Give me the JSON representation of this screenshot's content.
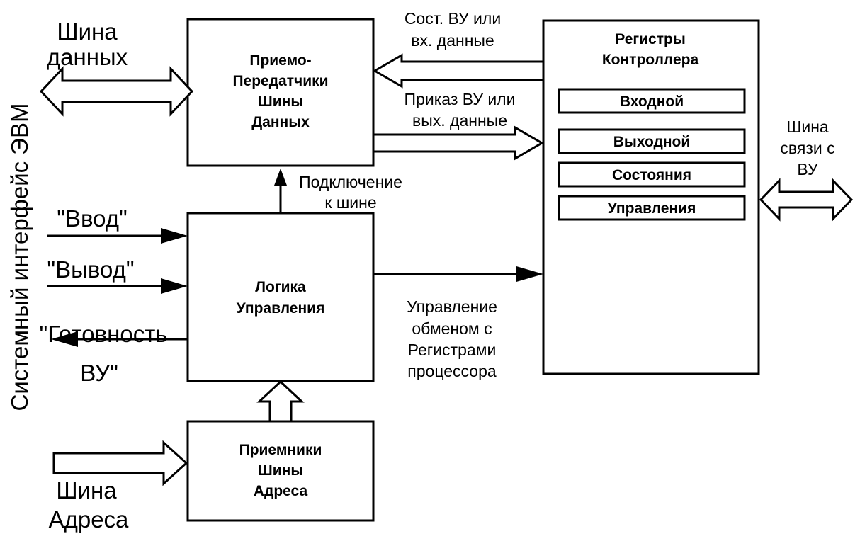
{
  "labels": {
    "system_interface": "Системный интерфейс ЭВМ",
    "data_bus_1": "Шина",
    "data_bus_2": "данных",
    "device_state_1": "Сост. ВУ или",
    "device_state_2": "вх. данные",
    "device_order_1": "Приказ ВУ или",
    "device_order_2": "вых. данные",
    "connect_1": "Подключение",
    "connect_2": "к шине",
    "input_signal": "\"Ввод\"",
    "output_signal": "\"Вывод\"",
    "ready_1": "\"Готовность",
    "ready_2": "ВУ\"",
    "exchange_1": "Управление",
    "exchange_2": "обменом с",
    "exchange_3": "Регистрами",
    "exchange_4": "процессора",
    "link_bus_1": "Шина",
    "link_bus_2": "связи с",
    "link_bus_3": "ВУ",
    "address_bus_1": "Шина",
    "address_bus_2": "Адреса"
  },
  "blocks": {
    "transceivers": [
      "Приемо-",
      "Передатчики",
      "Шины",
      "Данных"
    ],
    "control_logic": [
      "Логика",
      "Управления"
    ],
    "address_receivers": [
      "Приемники",
      "Шины",
      "Адреса"
    ],
    "controller_registers": [
      "Регистры",
      "Контроллера"
    ]
  },
  "registers": [
    "Входной",
    "Выходной",
    "Состояния",
    "Управления"
  ]
}
